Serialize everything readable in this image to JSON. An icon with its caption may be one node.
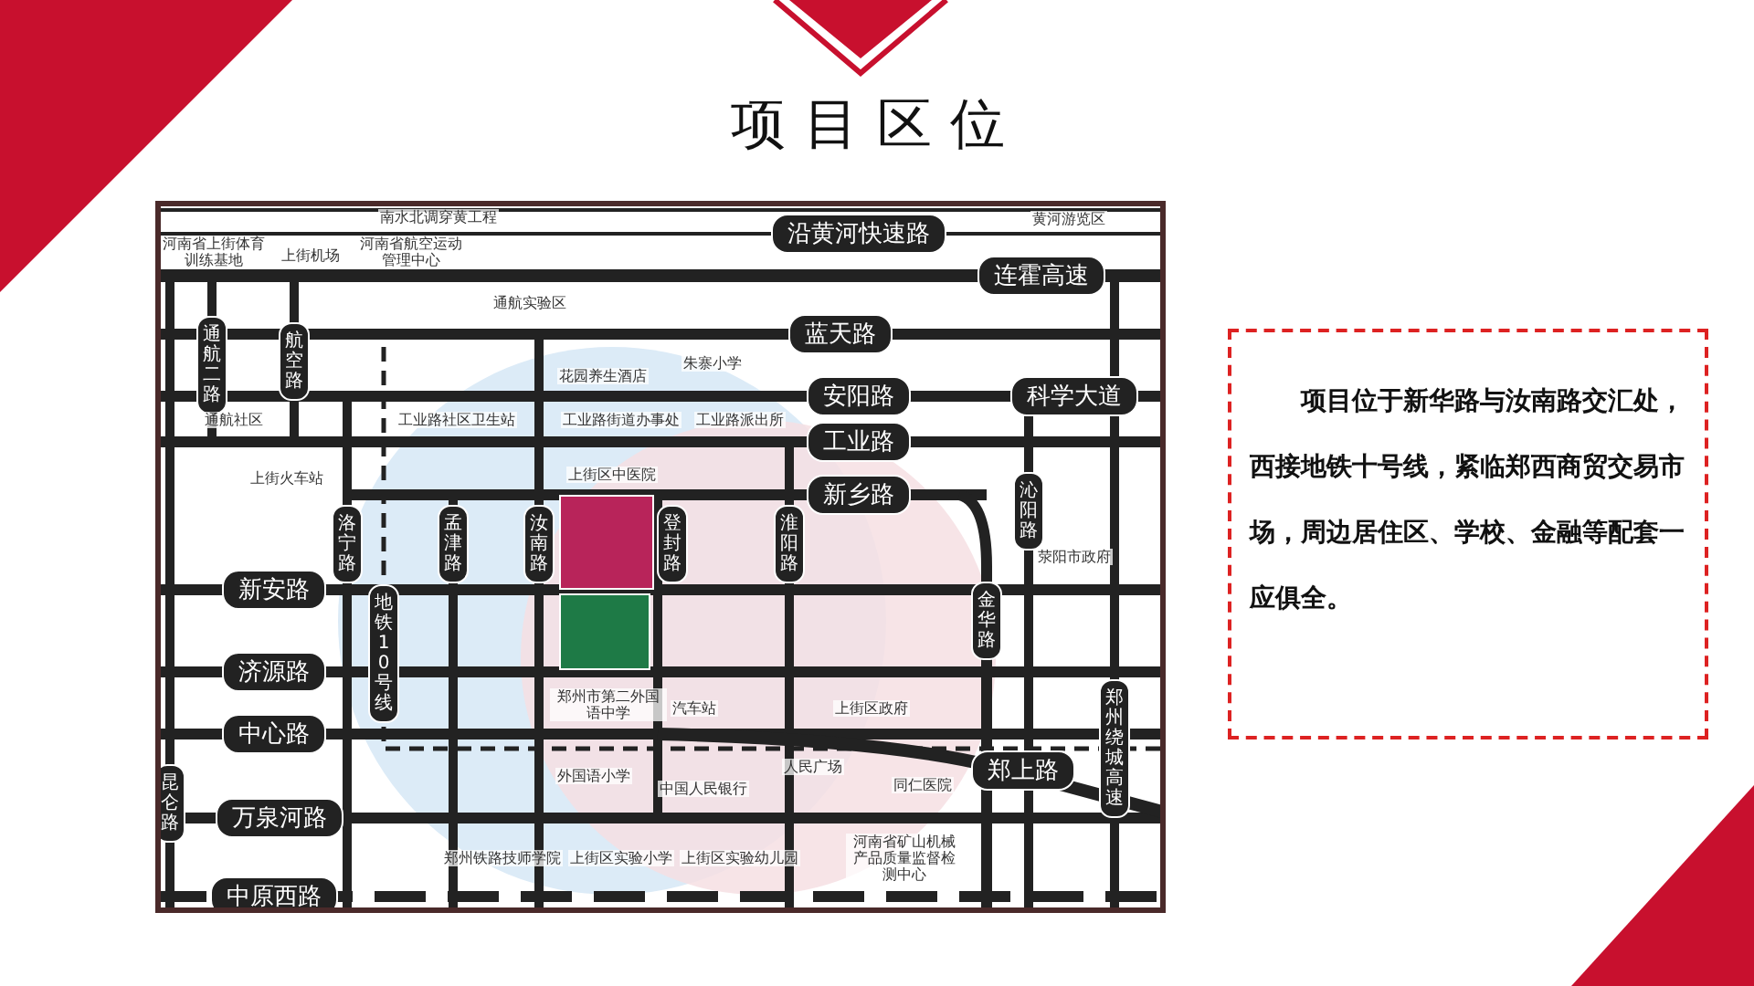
{
  "diagram": {
    "title": "项目区位",
    "nodes": [
      {
        "text": [],
        "shape": "box"
      },
      {
        "text": [],
        "shape": "box"
      },
      {
        "text": [
          "项目位于新华路与汝南路交汇处，西接地铁十号线，紧临郑西商贸交易市场，周边居住区、学校、金融等配套一应俱全。"
        ]
      }
    ],
    "labels": [
      "南水北调穿黄工程",
      "黄河游览区",
      "沿黄河快速路",
      "河南省上街体育训练基地",
      "上街机场",
      "河南省航空运动管理中心",
      "连霍高速",
      "通航实验区",
      "蓝天路",
      "通航二路",
      "航空路",
      "朱寨小学",
      "花园养生酒店",
      "安阳路",
      "科学大道",
      "通航社区",
      "工业路社区卫生站",
      "工业路街道办事处",
      "工业路派出所",
      "工业路",
      "上街火车站",
      "上街区中医院",
      "新乡路",
      "洛宁路",
      "孟津路",
      "汝南路",
      "登封路",
      "淮阳路",
      "金华路",
      "沁阳路",
      "荥阳市政府",
      "新安路",
      "地铁10号线",
      "济源路",
      "郑州市第二外国语中学",
      "中心路",
      "外国语小学",
      "汽车站",
      "上街区政府",
      "同仁医院",
      "人民广场",
      "中国人民银行",
      "郑上路",
      "郑州绕城高速",
      "昆仑路",
      "万泉河路",
      "郑州铁路技师学院",
      "上街区实验小学",
      "上街区实验幼儿园",
      "河南省矿山机械产品质量监督检测中心",
      "中原西路"
    ]
  }
}
